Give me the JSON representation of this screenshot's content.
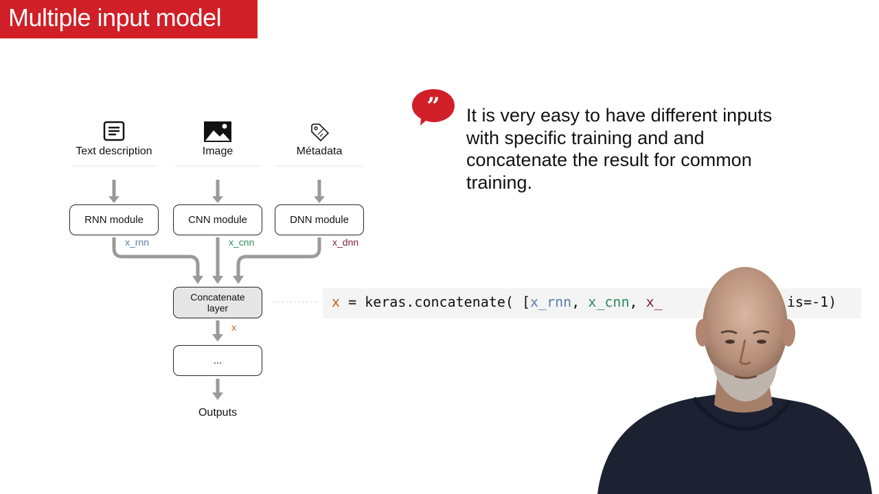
{
  "title": "Multiple input model",
  "inputs": [
    {
      "label": "Text description",
      "icon": "document-icon"
    },
    {
      "label": "Image",
      "icon": "image-icon"
    },
    {
      "label": "Métadata",
      "icon": "tag-icon"
    }
  ],
  "modules": [
    "RNN module",
    "CNN module",
    "DNN module"
  ],
  "vars": {
    "x_rnn": "x_rnn",
    "x_cnn": "x_cnn",
    "x_dnn": "x_dnn",
    "x": "x"
  },
  "concat_line1": "Concatenate",
  "concat_line2": "layer",
  "next_layer": "...",
  "outputs": "Outputs",
  "quote": "It is very easy to have different inputs with specific training and and concatenate the result for common training.",
  "code": {
    "var": "x",
    "eq": " = keras.concatenate( [",
    "a1": "x_rnn",
    "sep1": ", ",
    "a2": "x_cnn",
    "sep2": ", ",
    "a3": "x_",
    "tail": "is=-1)"
  },
  "colors": {
    "brand_red": "#d11f27",
    "rnn_blue": "#5b7fa6",
    "cnn_green": "#2e8a5b",
    "dnn_maroon": "#7a1f3a",
    "x_orange": "#c0651c"
  }
}
